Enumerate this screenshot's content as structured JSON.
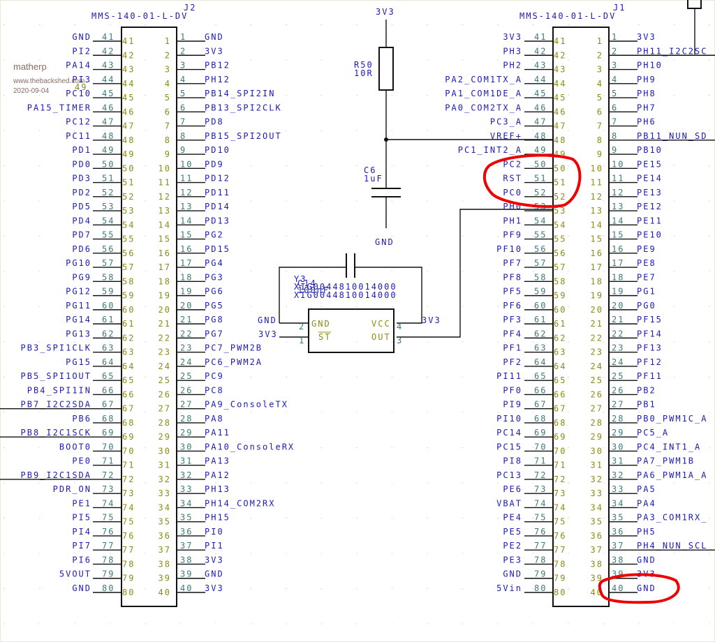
{
  "watermark": {
    "author": "matherp",
    "site": "www.thebackshed.com",
    "date": "2020-09-04"
  },
  "colors": {
    "net_label": "#1c1cb4",
    "pin_number_outer": "#3c7a78",
    "pin_number_inner": "#8c8c14",
    "wire": "#111111",
    "highlight": "#ee0000",
    "special_net": "#22b0b0"
  },
  "j2": {
    "ref": "J2",
    "part": "MMS-140-01-L-DV",
    "left_pins": [
      {
        "num": "41",
        "net": "GND"
      },
      {
        "num": "42",
        "net": "PI2"
      },
      {
        "num": "43",
        "net": "PA14"
      },
      {
        "num": "44",
        "net": "PI3"
      },
      {
        "num": "45",
        "net": "PC10"
      },
      {
        "num": "46",
        "net": "PA15_TIMER"
      },
      {
        "num": "47",
        "net": "PC12"
      },
      {
        "num": "48",
        "net": "PC11"
      },
      {
        "num": "49",
        "net": "PD1"
      },
      {
        "num": "50",
        "net": "PD0"
      },
      {
        "num": "51",
        "net": "PD3"
      },
      {
        "num": "52",
        "net": "PD2"
      },
      {
        "num": "53",
        "net": "PD5"
      },
      {
        "num": "54",
        "net": "PD4"
      },
      {
        "num": "55",
        "net": "PD7"
      },
      {
        "num": "56",
        "net": "PD6"
      },
      {
        "num": "57",
        "net": "PG10"
      },
      {
        "num": "58",
        "net": "PG9"
      },
      {
        "num": "59",
        "net": "PG12"
      },
      {
        "num": "60",
        "net": "PG11"
      },
      {
        "num": "61",
        "net": "PG14"
      },
      {
        "num": "62",
        "net": "PG13"
      },
      {
        "num": "63",
        "net": "PB3_SPI1CLK"
      },
      {
        "num": "64",
        "net": "PG15"
      },
      {
        "num": "65",
        "net": "PB5_SPI1OUT"
      },
      {
        "num": "66",
        "net": "PB4_SPI1IN"
      },
      {
        "num": "67",
        "net": "PB7_I2C2SDA"
      },
      {
        "num": "68",
        "net": "PB6"
      },
      {
        "num": "69",
        "net": "PB8_I2C1SCK"
      },
      {
        "num": "70",
        "net": "BOOT0"
      },
      {
        "num": "71",
        "net": "PE0"
      },
      {
        "num": "72",
        "net": "PB9_I2C1SDA"
      },
      {
        "num": "73",
        "net": "PDR_ON"
      },
      {
        "num": "74",
        "net": "PE1"
      },
      {
        "num": "75",
        "net": "PI5"
      },
      {
        "num": "76",
        "net": "PI4"
      },
      {
        "num": "77",
        "net": "PI7"
      },
      {
        "num": "78",
        "net": "PI6"
      },
      {
        "num": "79",
        "net": "5VOUT"
      },
      {
        "num": "80",
        "net": "GND"
      }
    ],
    "right_pins": [
      {
        "num": "1",
        "net": "GND"
      },
      {
        "num": "2",
        "net": "3V3"
      },
      {
        "num": "3",
        "net": "PB12"
      },
      {
        "num": "4",
        "net": "PH12"
      },
      {
        "num": "5",
        "net": "PB14_SPI2IN"
      },
      {
        "num": "6",
        "net": "PB13_SPI2CLK"
      },
      {
        "num": "7",
        "net": "PD8"
      },
      {
        "num": "8",
        "net": "PB15_SPI2OUT"
      },
      {
        "num": "9",
        "net": "PD10"
      },
      {
        "num": "10",
        "net": "PD9"
      },
      {
        "num": "11",
        "net": "PD12"
      },
      {
        "num": "12",
        "net": "PD11"
      },
      {
        "num": "13",
        "net": "PD14"
      },
      {
        "num": "14",
        "net": "PD13"
      },
      {
        "num": "15",
        "net": "PG2"
      },
      {
        "num": "16",
        "net": "PD15"
      },
      {
        "num": "17",
        "net": "PG4"
      },
      {
        "num": "18",
        "net": "PG3"
      },
      {
        "num": "19",
        "net": "PG6"
      },
      {
        "num": "20",
        "net": "PG5"
      },
      {
        "num": "21",
        "net": "PG8"
      },
      {
        "num": "22",
        "net": "PG7"
      },
      {
        "num": "23",
        "net": "PC7_PWM2B"
      },
      {
        "num": "24",
        "net": "PC6_PWM2A"
      },
      {
        "num": "25",
        "net": "PC9"
      },
      {
        "num": "26",
        "net": "PC8"
      },
      {
        "num": "27",
        "net": "PA9_ConsoleTX"
      },
      {
        "num": "28",
        "net": "PA8"
      },
      {
        "num": "29",
        "net": "PA11"
      },
      {
        "num": "30",
        "net": "PA10_ConsoleRX"
      },
      {
        "num": "31",
        "net": "PA13"
      },
      {
        "num": "32",
        "net": "PA12"
      },
      {
        "num": "33",
        "net": "PH13"
      },
      {
        "num": "34",
        "net": "PH14_COM2RX"
      },
      {
        "num": "35",
        "net": "PH15"
      },
      {
        "num": "36",
        "net": "PI0"
      },
      {
        "num": "37",
        "net": "PI1"
      },
      {
        "num": "38",
        "net": "3V3"
      },
      {
        "num": "39",
        "net": "GND"
      },
      {
        "num": "40",
        "net": "3V3"
      }
    ],
    "stray_label": "49"
  },
  "j1": {
    "ref": "J1",
    "part": "MMS-140-01-L-DV",
    "left_pins": [
      {
        "num": "41",
        "net": "3V3"
      },
      {
        "num": "42",
        "net": "PH3"
      },
      {
        "num": "43",
        "net": "PH2"
      },
      {
        "num": "44",
        "net": "PA2_COM1TX_A"
      },
      {
        "num": "45",
        "net": "PA1_COM1DE_A"
      },
      {
        "num": "46",
        "net": "PA0_COM2TX_A"
      },
      {
        "num": "47",
        "net": "PC3_A"
      },
      {
        "num": "48",
        "net": "VREF+"
      },
      {
        "num": "49",
        "net": "PC1_INT2_A"
      },
      {
        "num": "50",
        "net": "PC2"
      },
      {
        "num": "51",
        "net": "RST"
      },
      {
        "num": "52",
        "net": "PC0"
      },
      {
        "num": "53",
        "net": "PH0"
      },
      {
        "num": "54",
        "net": "PH1"
      },
      {
        "num": "55",
        "net": "PF9"
      },
      {
        "num": "56",
        "net": "PF10"
      },
      {
        "num": "57",
        "net": "PF7"
      },
      {
        "num": "58",
        "net": "PF8"
      },
      {
        "num": "59",
        "net": "PF5"
      },
      {
        "num": "60",
        "net": "PF6"
      },
      {
        "num": "61",
        "net": "PF3"
      },
      {
        "num": "62",
        "net": "PF4"
      },
      {
        "num": "63",
        "net": "PF1"
      },
      {
        "num": "64",
        "net": "PF2"
      },
      {
        "num": "65",
        "net": "PI11"
      },
      {
        "num": "66",
        "net": "PF0"
      },
      {
        "num": "67",
        "net": "PI9"
      },
      {
        "num": "68",
        "net": "PI10"
      },
      {
        "num": "69",
        "net": "PC14"
      },
      {
        "num": "70",
        "net": "PC15"
      },
      {
        "num": "71",
        "net": "PI8"
      },
      {
        "num": "72",
        "net": "PC13"
      },
      {
        "num": "73",
        "net": "PE6"
      },
      {
        "num": "74",
        "net": "VBAT"
      },
      {
        "num": "75",
        "net": "PE4"
      },
      {
        "num": "76",
        "net": "PE5"
      },
      {
        "num": "77",
        "net": "PE2"
      },
      {
        "num": "78",
        "net": "PE3"
      },
      {
        "num": "79",
        "net": "GND"
      },
      {
        "num": "80",
        "net": "5Vin"
      }
    ],
    "right_pins": [
      {
        "num": "1",
        "net": "3V3"
      },
      {
        "num": "2",
        "net": "PH11_I2C2SC"
      },
      {
        "num": "3",
        "net": "PH10"
      },
      {
        "num": "4",
        "net": "PH9"
      },
      {
        "num": "5",
        "net": "PH8"
      },
      {
        "num": "6",
        "net": "PH7"
      },
      {
        "num": "7",
        "net": "PH6"
      },
      {
        "num": "8",
        "net": "PB11_NUN_SD"
      },
      {
        "num": "9",
        "net": "PB10"
      },
      {
        "num": "10",
        "net": "PE15"
      },
      {
        "num": "11",
        "net": "PE14"
      },
      {
        "num": "12",
        "net": "PE13"
      },
      {
        "num": "13",
        "net": "PE12"
      },
      {
        "num": "14",
        "net": "PE11"
      },
      {
        "num": "15",
        "net": "PE10"
      },
      {
        "num": "16",
        "net": "PE9"
      },
      {
        "num": "17",
        "net": "PE8"
      },
      {
        "num": "18",
        "net": "PE7"
      },
      {
        "num": "19",
        "net": "PG1"
      },
      {
        "num": "20",
        "net": "PG0"
      },
      {
        "num": "21",
        "net": "PF15"
      },
      {
        "num": "22",
        "net": "PF14"
      },
      {
        "num": "23",
        "net": "PF13"
      },
      {
        "num": "24",
        "net": "PF12"
      },
      {
        "num": "25",
        "net": "PF11"
      },
      {
        "num": "26",
        "net": "PB2"
      },
      {
        "num": "27",
        "net": "PB1"
      },
      {
        "num": "28",
        "net": "PB0_PWM1C_A"
      },
      {
        "num": "29",
        "net": "PC5_A"
      },
      {
        "num": "30",
        "net": "PC4_INT1_A"
      },
      {
        "num": "31",
        "net": "PA7_PWM1B"
      },
      {
        "num": "32",
        "net": "PA6_PWM1A_A"
      },
      {
        "num": "33",
        "net": "PA5"
      },
      {
        "num": "34",
        "net": "PA4"
      },
      {
        "num": "35",
        "net": "PA3_COM1RX_"
      },
      {
        "num": "36",
        "net": "PH5"
      },
      {
        "num": "37",
        "net": "PH4_NUN_SCL"
      },
      {
        "num": "38",
        "net": "GND"
      },
      {
        "num": "39",
        "net": "3V3"
      },
      {
        "num": "40",
        "net": "GND"
      }
    ]
  },
  "r50": {
    "ref": "R50",
    "value": "10R",
    "top_net": "3V3"
  },
  "c6": {
    "ref": "C6",
    "value": "1uF",
    "bottom_net": "GND"
  },
  "y3": {
    "ref": "Y3",
    "cap_ref": "C14",
    "cap_value": "100nF",
    "part_line1": "XIG0044810014000",
    "part_line2": "XIG0044810014000",
    "pins": {
      "gnd_pin": "2",
      "st_pin": "1",
      "vcc_pin": "4",
      "out_pin": "3"
    },
    "pin_labels": {
      "gnd": "GND",
      "st": "ST",
      "vcc": "VCC",
      "out": "OUT"
    },
    "nets": {
      "left_top": "GND",
      "left_bottom": "3V3",
      "right_top": "3V3"
    }
  },
  "highlights": [
    {
      "target": "J1 pins 50-52 (PC2, RST, PC0)"
    },
    {
      "target": "J1 pin 40 (GND)"
    }
  ]
}
